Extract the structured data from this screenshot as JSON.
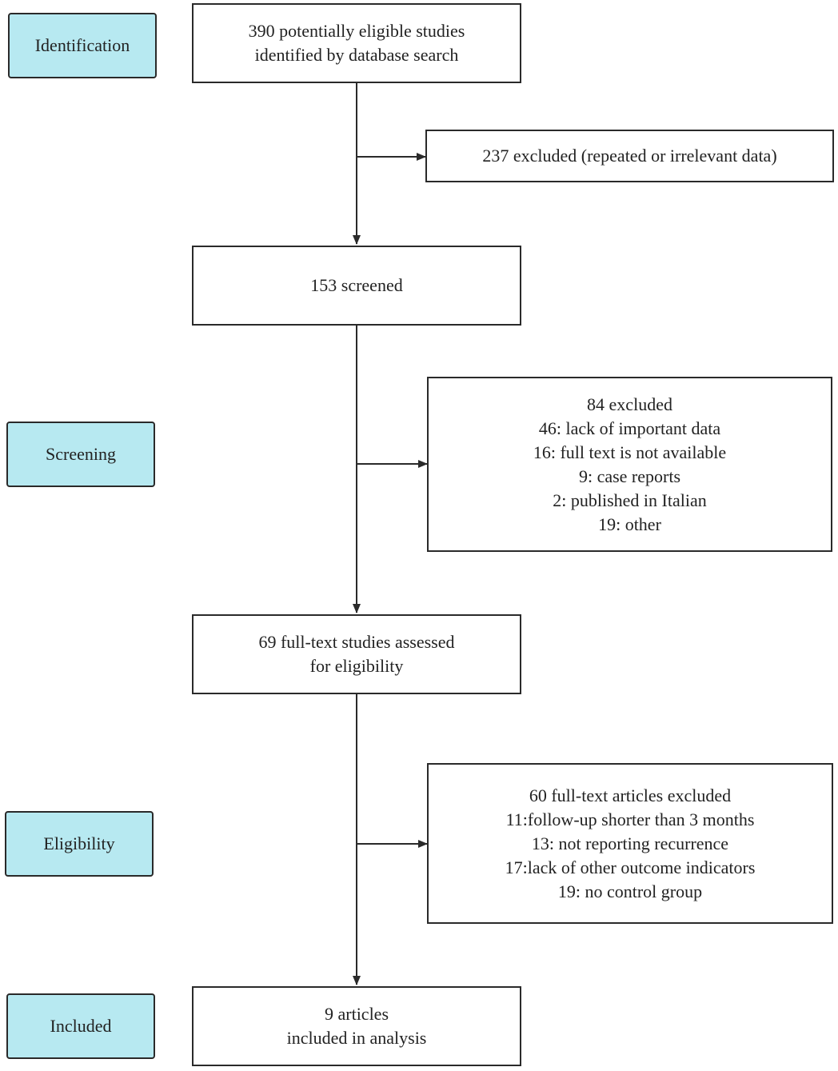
{
  "phases": {
    "identification": "Identification",
    "screening": "Screening",
    "eligibility": "Eligibility",
    "included": "Included"
  },
  "boxes": {
    "identified": [
      "390 potentially eligible studies",
      "identified by database search"
    ],
    "excluded_1": [
      "237 excluded (repeated or irrelevant data)"
    ],
    "screened": [
      "153 screened"
    ],
    "excluded_2": [
      "84 excluded",
      "46: lack of important data",
      "16: full text is not available",
      "9: case reports",
      "2: published in Italian",
      "19: other"
    ],
    "assessed": [
      "69 full-text studies assessed",
      "for eligibility"
    ],
    "excluded_3": [
      "60 full-text articles excluded",
      "11:follow-up shorter than 3 months",
      "13: not reporting recurrence",
      "17:lack of other outcome indicators",
      "19: no control group"
    ],
    "included": [
      "9 articles",
      "included in analysis"
    ]
  },
  "colors": {
    "phase_fill": "#b7e9f1",
    "line": "#2a2a2a"
  }
}
